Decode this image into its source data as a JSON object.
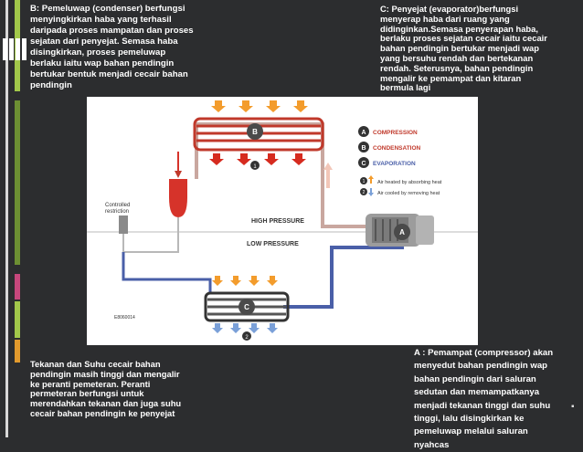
{
  "texts": {
    "condenser": "B: Pemeluwap  (condenser) berfungsi\nmenyingkirkan haba yang terhasil\ndaripada proses mampatan dan proses\nsejatan dari penyejat. Semasa haba\ndisingkirkan, proses pemeluwap\nberlaku iaitu wap bahan pendingin\nbertukar bentuk menjadi cecair bahan\npendingin",
    "evaporator": "C: Penyejat (evaporator)berfungsi\nmenyerap haba dari ruang yang\ndidinginkan.Semasa penyerapan haba,\nberlaku proses sejatan cecair iaitu cecair\nbahan pendingin bertukar menjadi wap\nyang bersuhu rendah dan bertekanan\nrendah. Seterusnya, bahan pendingin\nmengalir ke pemampat dan kitaran\nbermula lagi",
    "expansion": "Tekanan dan Suhu cecair bahan\npendingin masih tinggi dan mengalir\nke peranti pemeteran. Peranti\npermeteran berfungsi untuk\nmerendahkan tekanan dan juga suhu\ncecair bahan pendingin ke penyejat",
    "compressor": "A : Pemampat (compressor) akan\nmenyedut bahan pendingin wap\nbahan pendingin dari saluran\nsedutan dan memampatkanya\nmenjadi tekanan tinggi dan suhu\ntinggi, lalu disingkirkan ke\npemeluwap melalui saluran\nnyahcas"
  },
  "diagram": {
    "legend": [
      {
        "letter": "A",
        "label": "COMPRESSION"
      },
      {
        "letter": "B",
        "label": "CONDENSATION"
      },
      {
        "letter": "C",
        "label": "EVAPORATION"
      }
    ],
    "legend_arrows": [
      {
        "number": "1",
        "label": "Air heated by absorbing heat"
      },
      {
        "number": "2",
        "label": "Air cooled by removing heat"
      }
    ],
    "controlled_restriction": "Controlled\nrestriction",
    "high_pressure": "HIGH PRESSURE",
    "low_pressure": "LOW PRESSURE",
    "figure_code": "E8060014",
    "markers": {
      "a": "A",
      "b": "B",
      "c": "C",
      "one": "1",
      "two": "2"
    }
  },
  "colors": {
    "background": "#2c2d2f",
    "hot_line": "#c0392b",
    "cold_line": "#4a5fa8",
    "hot_air": "#f39c2c",
    "cold_air": "#7aa0d8"
  }
}
